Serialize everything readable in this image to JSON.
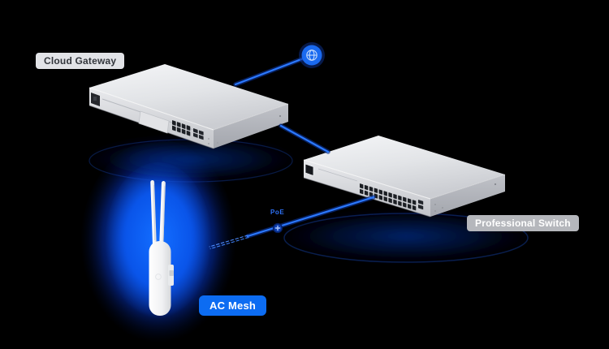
{
  "theme": {
    "background": "#000000",
    "accent_blue": "#1a6af0",
    "link_blue": "#2b79ff",
    "link_glow": "#0a2f8c",
    "glow_blue": "#0a5cff",
    "gateway_label_bg": "#e2e3e7",
    "gateway_label_text": "#33363c",
    "switch_label_bg": "#b5b7bc",
    "switch_label_text": "#ffffff",
    "ap_label_bg": "#0c6cf2",
    "ap_label_text": "#ffffff",
    "poe_text": "#2e71f5"
  },
  "labels": {
    "cloud_gateway": "Cloud Gateway",
    "professional_switch": "Professional Switch",
    "ac_mesh": "AC Mesh",
    "poe": "PoE"
  },
  "diagram": {
    "type": "network-topology",
    "nodes": [
      {
        "id": "internet",
        "icon": "globe-icon"
      },
      {
        "id": "cloud-gateway",
        "label": "Cloud Gateway",
        "rj45_ports_visible": 8,
        "sfp_ports_visible": 2
      },
      {
        "id": "professional-switch",
        "label": "Professional Switch",
        "rj45_ports_visible": 24,
        "sfp_ports_visible": 2
      },
      {
        "id": "ac-mesh",
        "label": "AC Mesh",
        "highlighted": true
      }
    ],
    "edges": [
      {
        "from": "internet",
        "to": "cloud-gateway"
      },
      {
        "from": "cloud-gateway",
        "to": "professional-switch"
      },
      {
        "from": "professional-switch",
        "to": "ac-mesh",
        "label": "PoE",
        "badge": "plus-icon"
      }
    ]
  }
}
